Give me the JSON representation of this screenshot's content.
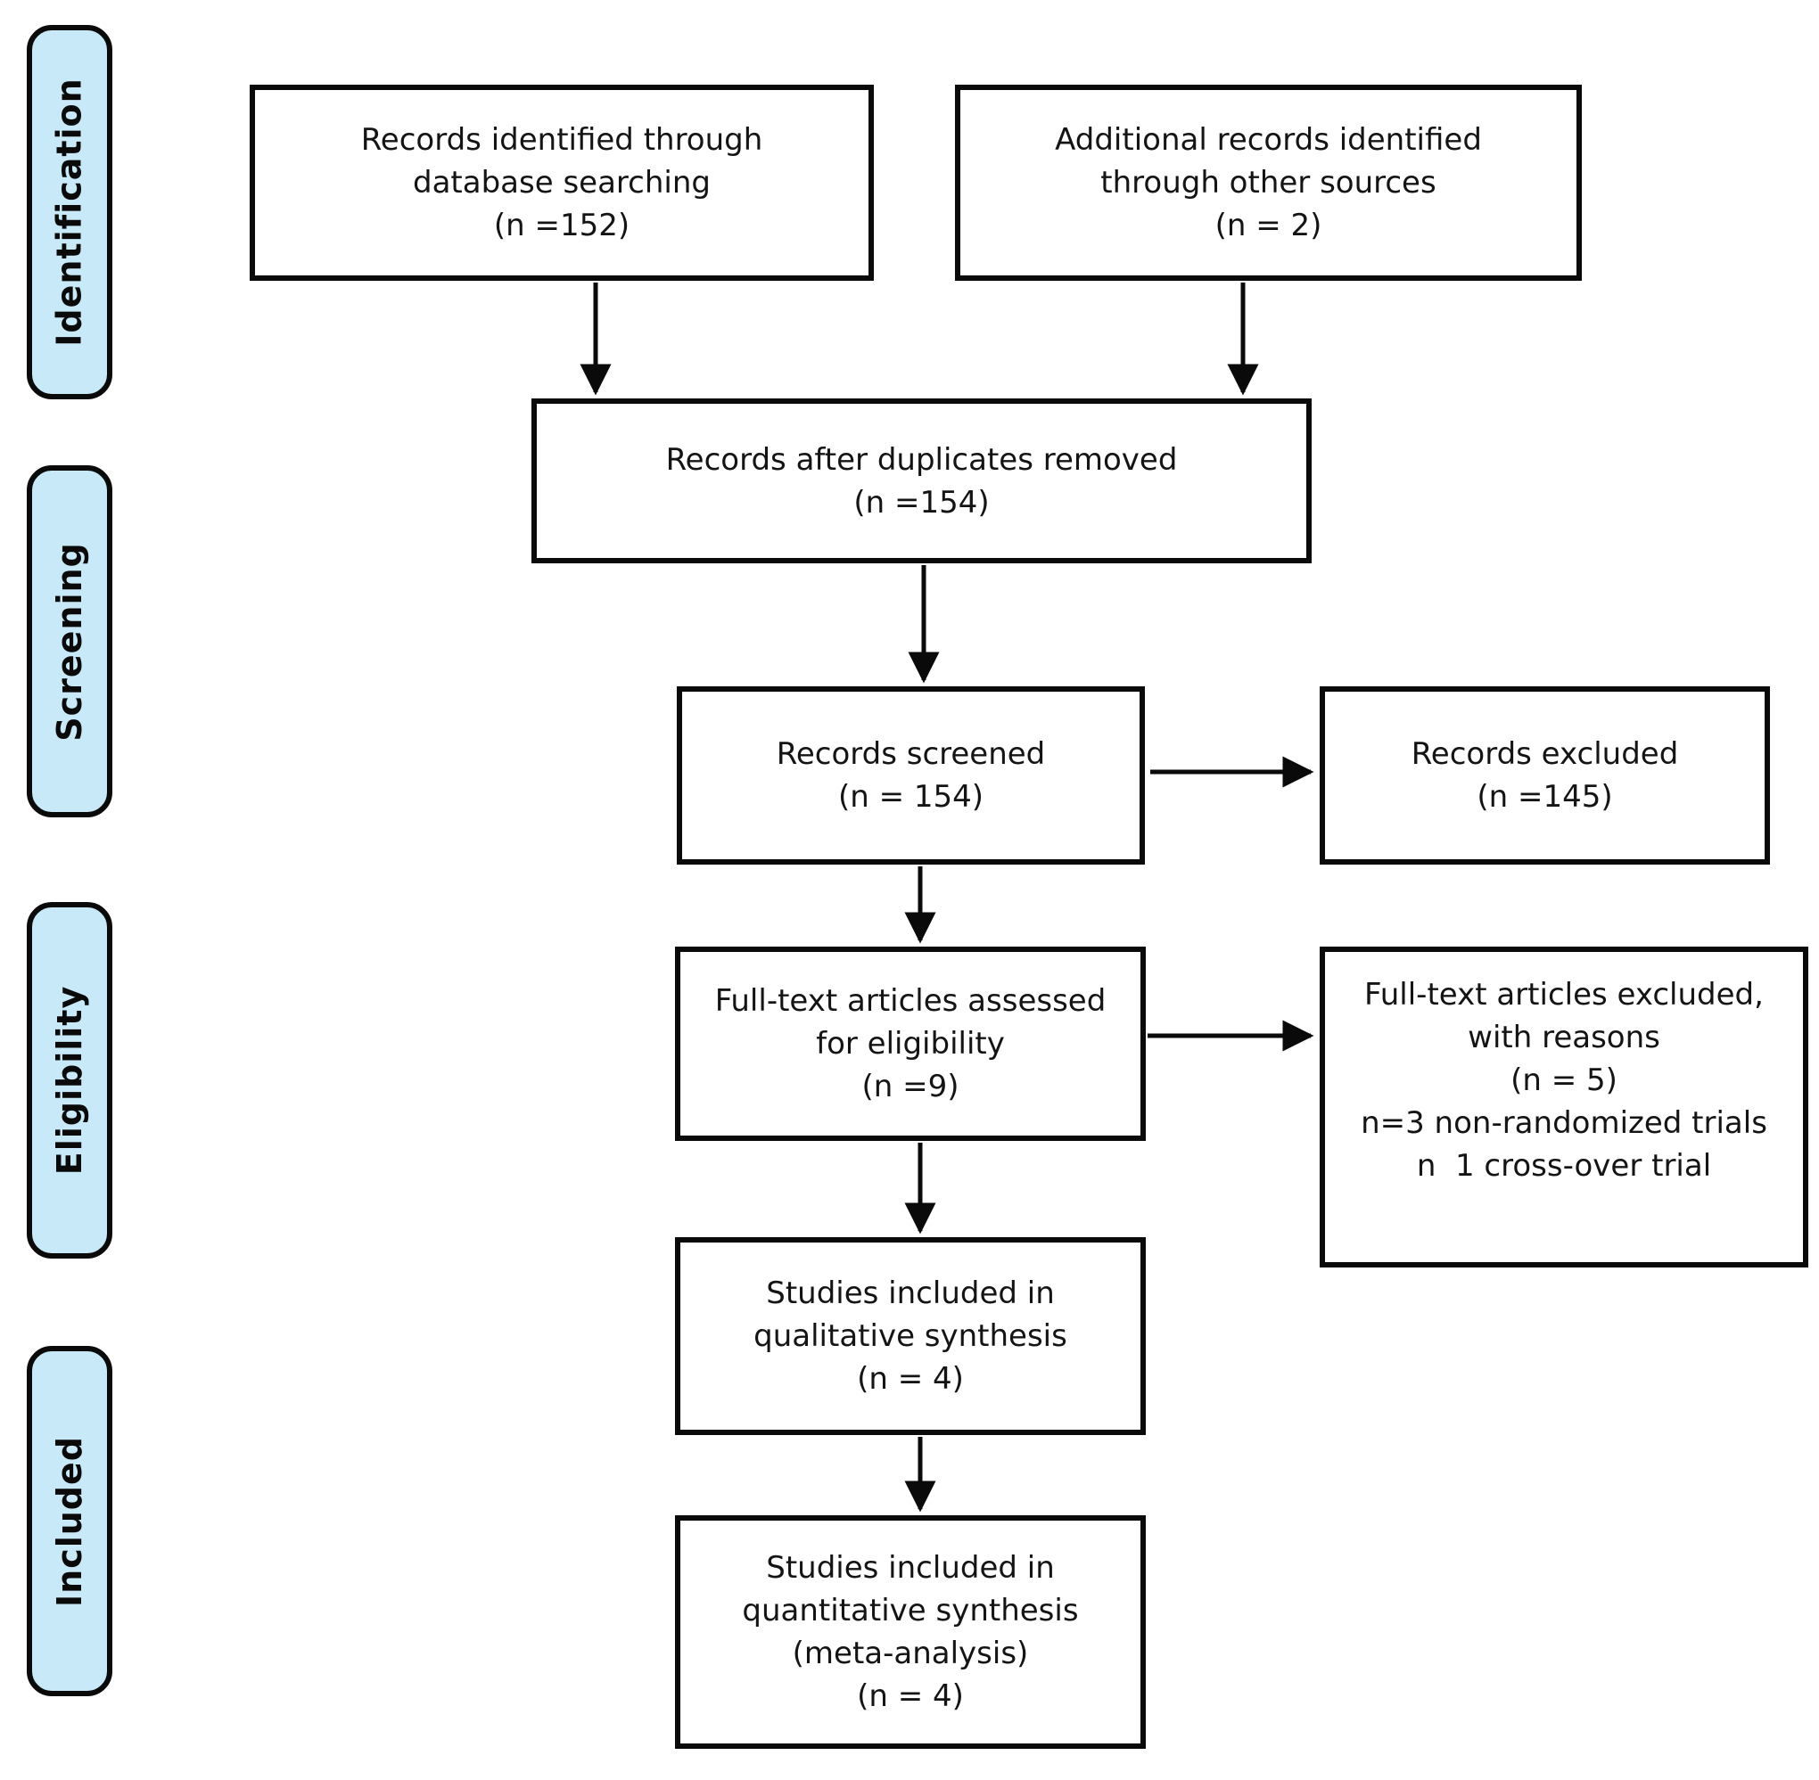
{
  "diagram": {
    "title": "PRISMA flow diagram",
    "colors": {
      "background": "#ffffff",
      "box_fill": "#ffffff",
      "border": "#0a0a0a",
      "stage_fill": "#c8e9f8"
    },
    "stages": [
      {
        "label": "Identification"
      },
      {
        "label": "Screening"
      },
      {
        "label": "Eligibility"
      },
      {
        "label": "Included"
      }
    ],
    "boxes": {
      "records_identified": {
        "lines": [
          "Records identified through",
          "database searching",
          "(n =152)"
        ]
      },
      "additional_records": {
        "lines": [
          "Additional records identified",
          "through other sources",
          "(n = 2)"
        ]
      },
      "duplicates_removed": {
        "lines": [
          "Records after duplicates removed",
          "(n =154)"
        ]
      },
      "records_screened": {
        "lines": [
          "Records screened",
          "(n = 154)"
        ]
      },
      "records_excluded": {
        "lines": [
          "Records excluded",
          "(n =145)"
        ]
      },
      "fulltext_assessed": {
        "lines": [
          "Full-text articles assessed",
          "for eligibility",
          "(n =9)"
        ]
      },
      "fulltext_excluded": {
        "lines": [
          "Full-text articles excluded,",
          "with reasons",
          "(n = 5)",
          "n=3 non-randomized trials",
          "n  1 cross-over trial"
        ]
      },
      "qualitative_synthesis": {
        "lines": [
          "Studies included in",
          "qualitative synthesis",
          "(n = 4)"
        ]
      },
      "quantitative_synthesis": {
        "lines": [
          "Studies included in",
          "quantitative synthesis",
          "(meta-analysis)",
          "(n = 4)"
        ]
      }
    }
  }
}
